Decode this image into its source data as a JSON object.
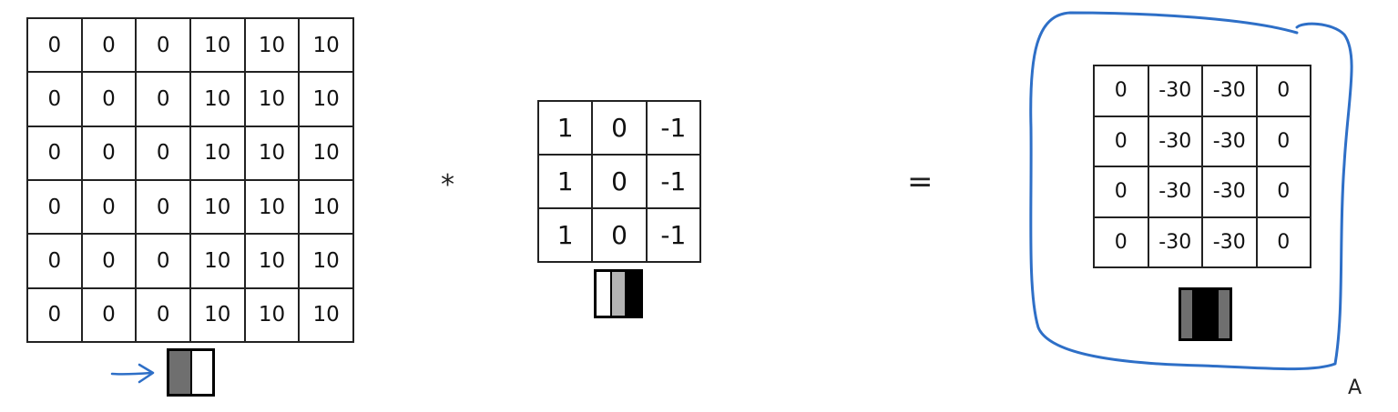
{
  "input_matrix": {
    "rows": [
      [
        "0",
        "0",
        "0",
        "10",
        "10",
        "10"
      ],
      [
        "0",
        "0",
        "0",
        "10",
        "10",
        "10"
      ],
      [
        "0",
        "0",
        "0",
        "10",
        "10",
        "10"
      ],
      [
        "0",
        "0",
        "0",
        "10",
        "10",
        "10"
      ],
      [
        "0",
        "0",
        "0",
        "10",
        "10",
        "10"
      ],
      [
        "0",
        "0",
        "0",
        "10",
        "10",
        "10"
      ]
    ],
    "swatch_colors": [
      "#6f6f6f",
      "#ffffff"
    ]
  },
  "operators": {
    "convolution": "*",
    "equals": "="
  },
  "kernel_matrix": {
    "rows": [
      [
        "1",
        "0",
        "-1"
      ],
      [
        "1",
        "0",
        "-1"
      ],
      [
        "1",
        "0",
        "-1"
      ]
    ],
    "swatch_colors": [
      "#ffffff",
      "#b4b4b4",
      "#000000"
    ]
  },
  "output_matrix": {
    "rows": [
      [
        "0",
        "-30",
        "-30",
        "0"
      ],
      [
        "0",
        "-30",
        "-30",
        "0"
      ],
      [
        "0",
        "-30",
        "-30",
        "0"
      ],
      [
        "0",
        "-30",
        "-30",
        "0"
      ]
    ],
    "swatch_colors": [
      "#6f6f6f",
      "#000000",
      "#000000",
      "#6f6f6f"
    ]
  },
  "output_label": "A",
  "annotation_color": "#2e6fc7"
}
